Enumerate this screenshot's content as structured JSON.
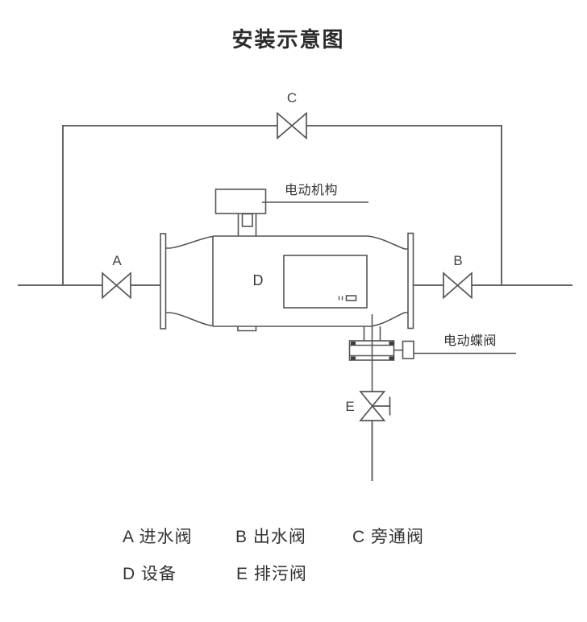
{
  "header": {
    "title": "安装示意图"
  },
  "diagram": {
    "valve_labels": {
      "a": "A",
      "b": "B",
      "c": "C",
      "d": "D",
      "e": "E"
    },
    "annotations": {
      "actuator": "电动机构",
      "butterfly_valve": "电动蝶阀"
    },
    "colors": {
      "pipe_line": "#666666",
      "device_line": "#555555",
      "text": "#333333",
      "title_text": "#2b2b2b"
    }
  },
  "legend": {
    "row1": [
      "A 进水阀",
      "B 出水阀",
      "C 旁通阀"
    ],
    "row2": [
      "D 设备",
      "E 排污阀"
    ]
  }
}
